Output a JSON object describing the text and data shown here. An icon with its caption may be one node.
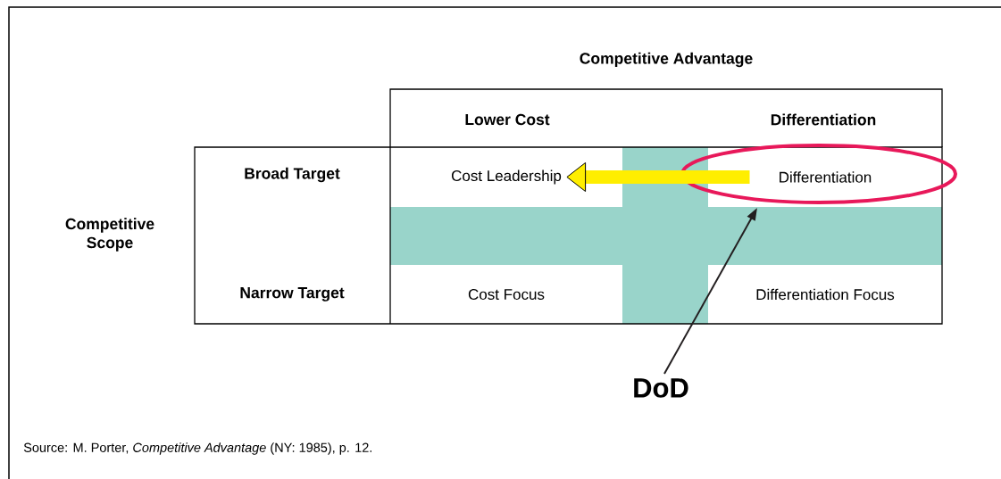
{
  "diagram": {
    "nodes": [
      {
        "text": [
          "Cost Leadership"
        ]
      },
      {
        "text": [
          "Differentiation"
        ]
      },
      {
        "text": [
          "Cost Focus"
        ]
      },
      {
        "text": [
          "Differentiation Focus"
        ]
      },
      {
        "text": [
          "DoD"
        ]
      }
    ],
    "edges": [
      {
        "from": 1,
        "to": 0,
        "arrow": "to",
        "style": "thick",
        "color": "#ffee00"
      },
      {
        "from": 4,
        "to": 1,
        "arrow": "to",
        "color": "#231f20"
      }
    ],
    "labels": [
      "Competitive Advantage",
      "Lower Cost",
      "Differentiation",
      "Broad Target",
      "Competitive Scope",
      "Narrow Target",
      "Source: M. Porter, *Competitive Advantage* (NY: 1985), p. 12."
    ]
  }
}
